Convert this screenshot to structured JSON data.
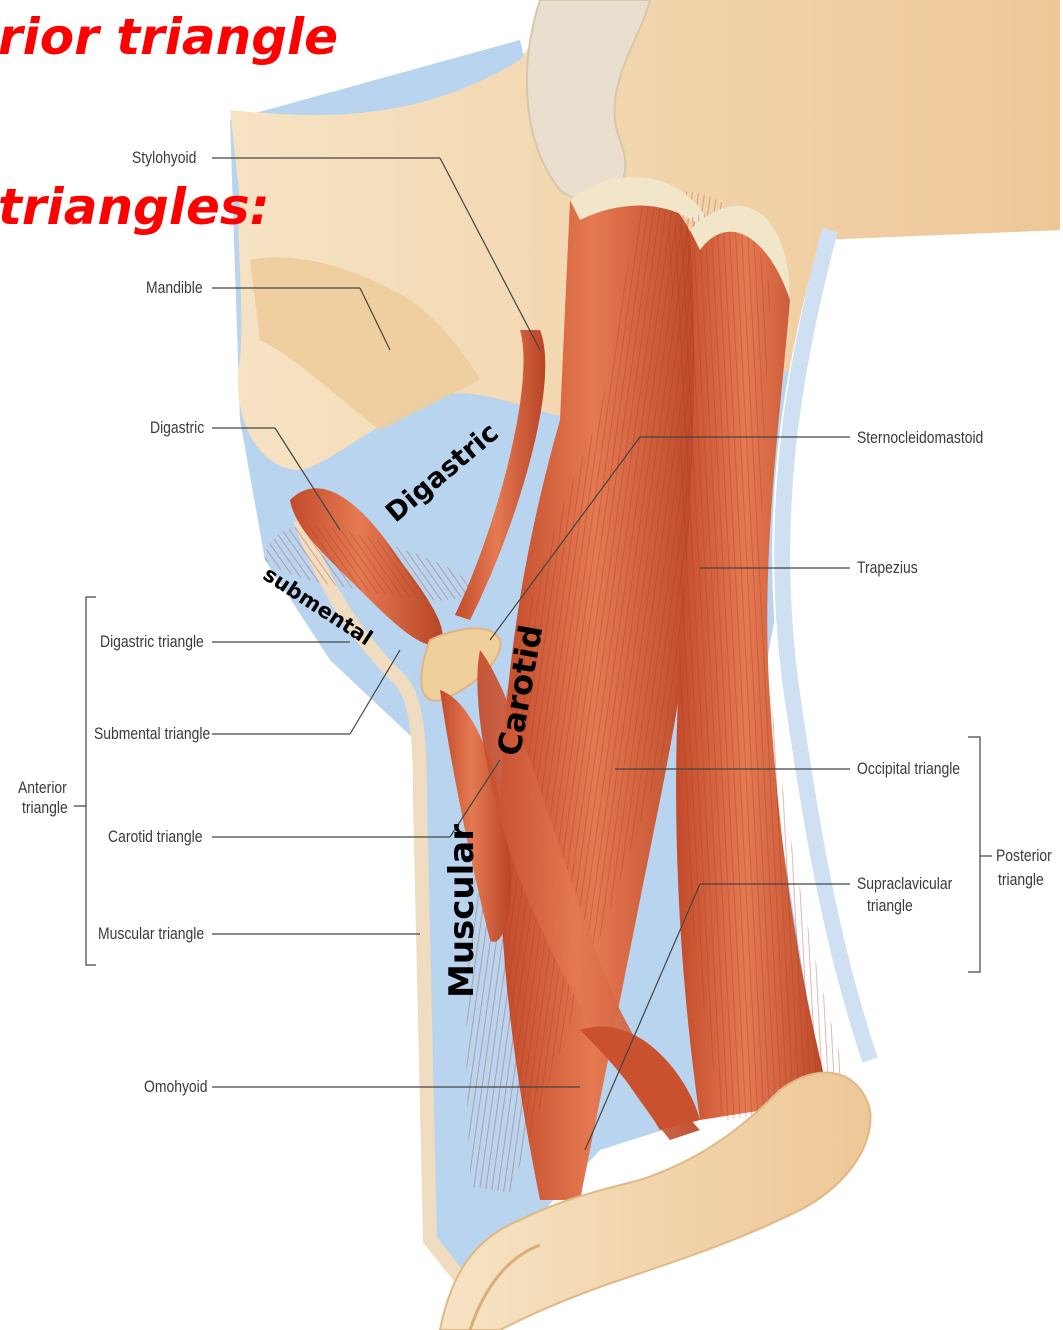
{
  "header": {
    "line1": "rior triangle",
    "line2": "triangles:"
  },
  "labels": {
    "stylohyoid": "Stylohyoid",
    "mandible": "Mandible",
    "digastric": "Digastric",
    "digastric_triangle": "Digastric triangle",
    "submental_triangle": "Submental triangle",
    "carotid_triangle": "Carotid triangle",
    "muscular_triangle": "Muscular triangle",
    "omohyoid": "Omohyoid",
    "anterior_triangle_1": "Anterior",
    "anterior_triangle_2": "triangle",
    "sternocleidomastoid": "Sternocleidomastoid",
    "trapezius": "Trapezius",
    "occipital_triangle": "Occipital triangle",
    "supraclavicular_1": "Supraclavicular",
    "supraclavicular_2": "triangle",
    "posterior_triangle_1": "Posterior",
    "posterior_triangle_2": "triangle"
  },
  "overlays": {
    "digastric": "Digastric",
    "submental": "submental",
    "carotid": "Carotid",
    "muscular": "Muscular"
  },
  "colors": {
    "header": "#ff0000",
    "muscle": "#d9603a",
    "skin": "#f3d3a5",
    "background_region": "#b9d4ee"
  }
}
